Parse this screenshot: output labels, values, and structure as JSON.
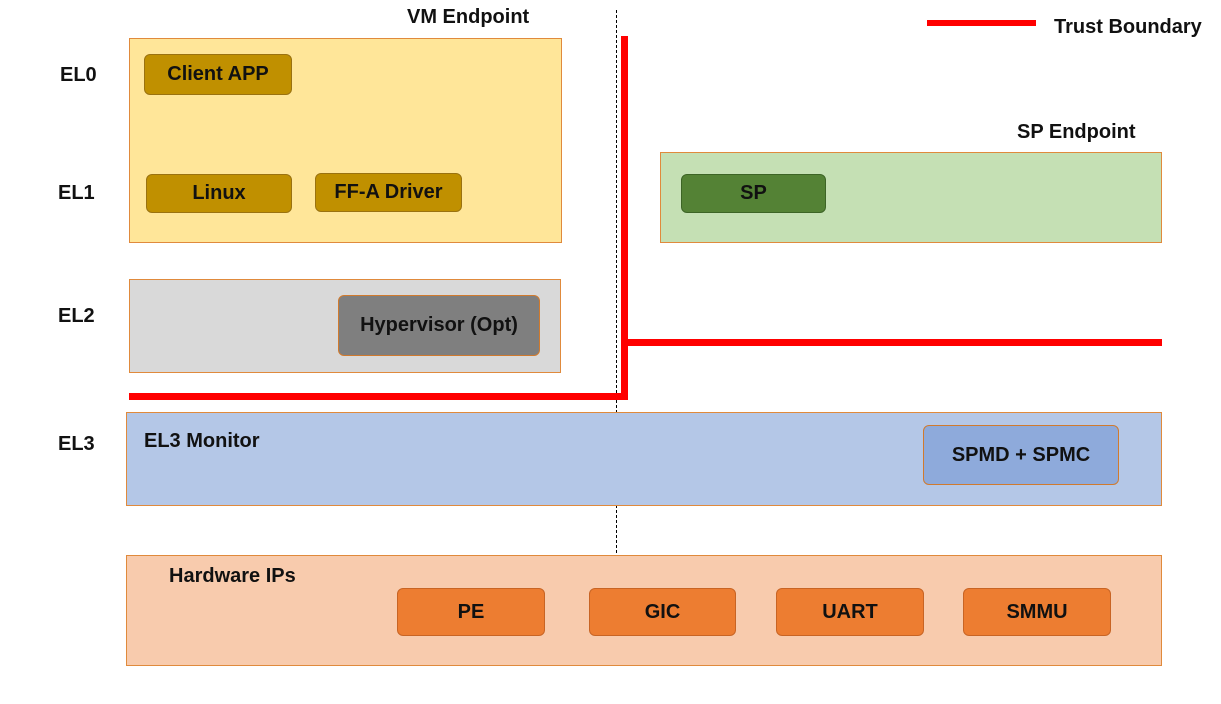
{
  "legend": {
    "label": "Trust Boundary",
    "line_color": "#ff0000"
  },
  "levels": {
    "el0": "EL0",
    "el1": "EL1",
    "el2": "EL2",
    "el3": "EL3"
  },
  "vm_endpoint": {
    "title": "VM Endpoint",
    "color": "#ffe699",
    "client_app": "Client APP",
    "linux": "Linux",
    "ffa_driver": "FF-A Driver"
  },
  "sp_endpoint": {
    "title": "SP Endpoint",
    "color": "#c5e0b4",
    "sp": "SP"
  },
  "el2_region": {
    "color": "#d9d9d9",
    "hypervisor": "Hypervisor (Opt)"
  },
  "el3_region": {
    "title": "EL3 Monitor",
    "color": "#b4c7e7",
    "spmd_spmc": "SPMD + SPMC"
  },
  "hardware": {
    "title": "Hardware IPs",
    "color": "#f8cbad",
    "ips": [
      "PE",
      "GIC",
      "UART",
      "SMMU"
    ]
  }
}
